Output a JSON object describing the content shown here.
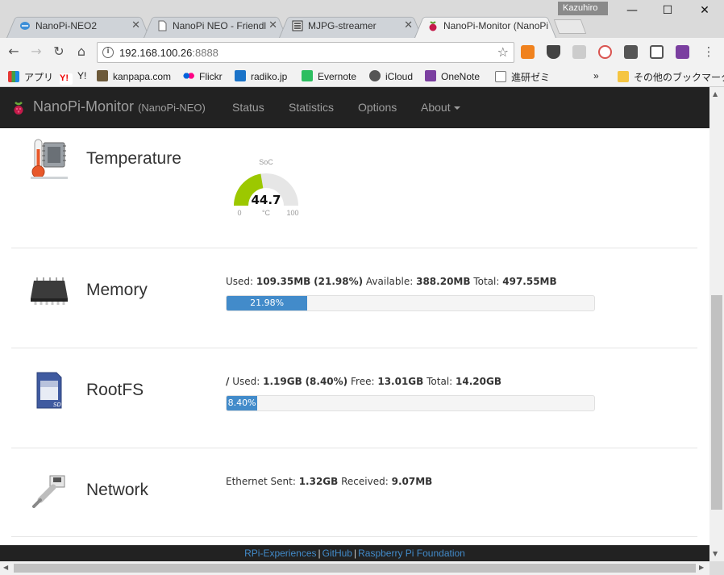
{
  "browser": {
    "profile": "Kazuhiro",
    "tabs": [
      {
        "title": "NanoPi-NEO2",
        "active": false
      },
      {
        "title": "NanoPi NEO - FriendlyARM",
        "active": false
      },
      {
        "title": "MJPG-streamer",
        "active": false
      },
      {
        "title": "NanoPi-Monitor (NanoPi-NEO)",
        "active": true
      }
    ],
    "address": {
      "host": "192.168.100.26",
      "port": ":8888"
    },
    "bookmarks": [
      "アプリ",
      "Y!",
      "kanpapa.com",
      "Flickr",
      "radiko.jp",
      "Evernote",
      "iCloud",
      "OneNote",
      "進研ゼミ"
    ],
    "bookmarks_overflow": "»",
    "other_bookmarks": "その他のブックマーク"
  },
  "navbar": {
    "brand": "NanoPi-Monitor",
    "brand_sub": "(NanoPi-NEO)",
    "items": [
      "Status",
      "Statistics",
      "Options",
      "About"
    ]
  },
  "temperature": {
    "title": "Temperature",
    "gauge": {
      "label": "SoC",
      "value": "44.7",
      "value_num": 44.7,
      "unit": "°C",
      "min": "0",
      "max": "100",
      "fill_color": "#9cc800"
    }
  },
  "memory": {
    "title": "Memory",
    "used_label": "Used:",
    "used": "109.35MB",
    "used_pct": "(21.98%)",
    "available_label": "Available:",
    "available": "388.20MB",
    "total_label": "Total:",
    "total": "497.55MB",
    "bar_text": "21.98%",
    "bar_value": 21.98
  },
  "rootfs": {
    "title": "RootFS",
    "mount": "/",
    "used_label": "Used:",
    "used": "1.19GB",
    "used_pct": "(8.40%)",
    "free_label": "Free:",
    "free": "13.01GB",
    "total_label": "Total:",
    "total": "14.20GB",
    "bar_text": "8.40%",
    "bar_value": 8.4
  },
  "network": {
    "title": "Network",
    "sent_label": "Ethernet Sent:",
    "sent": "1.32GB",
    "received_label": "Received:",
    "received": "9.07MB"
  },
  "footer": {
    "links": [
      "RPi-Experiences",
      "GitHub",
      "Raspberry Pi Foundation"
    ],
    "separator": "|"
  },
  "colors": {
    "accent": "#428bca",
    "navbar": "#222222",
    "gauge_fill": "#9cc800"
  }
}
